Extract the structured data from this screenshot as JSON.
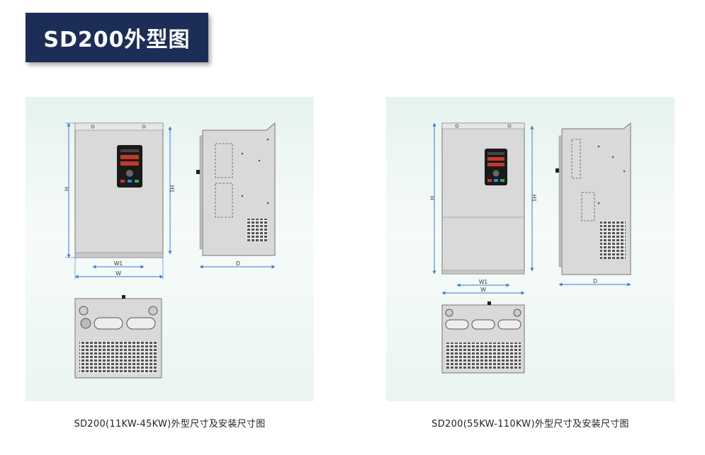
{
  "title": "SD200外型图",
  "panels": [
    {
      "caption": "SD200(11KW-45KW)外型尺寸及安装尺寸图",
      "labels": {
        "h": "H",
        "h1": "H1",
        "w1": "W1",
        "w": "W",
        "d": "D"
      }
    },
    {
      "caption": "SD200(55KW-110KW)外型尺寸及安装尺寸图",
      "labels": {
        "h": "H",
        "h1": "H1",
        "w1": "W1",
        "w": "W",
        "d": "D"
      }
    }
  ],
  "colors": {
    "banner": "#1c2e57",
    "panel_bg": "#e6f3ee",
    "dimension_line": "#3a7bd5",
    "cabinet": "#d8d8d8"
  }
}
